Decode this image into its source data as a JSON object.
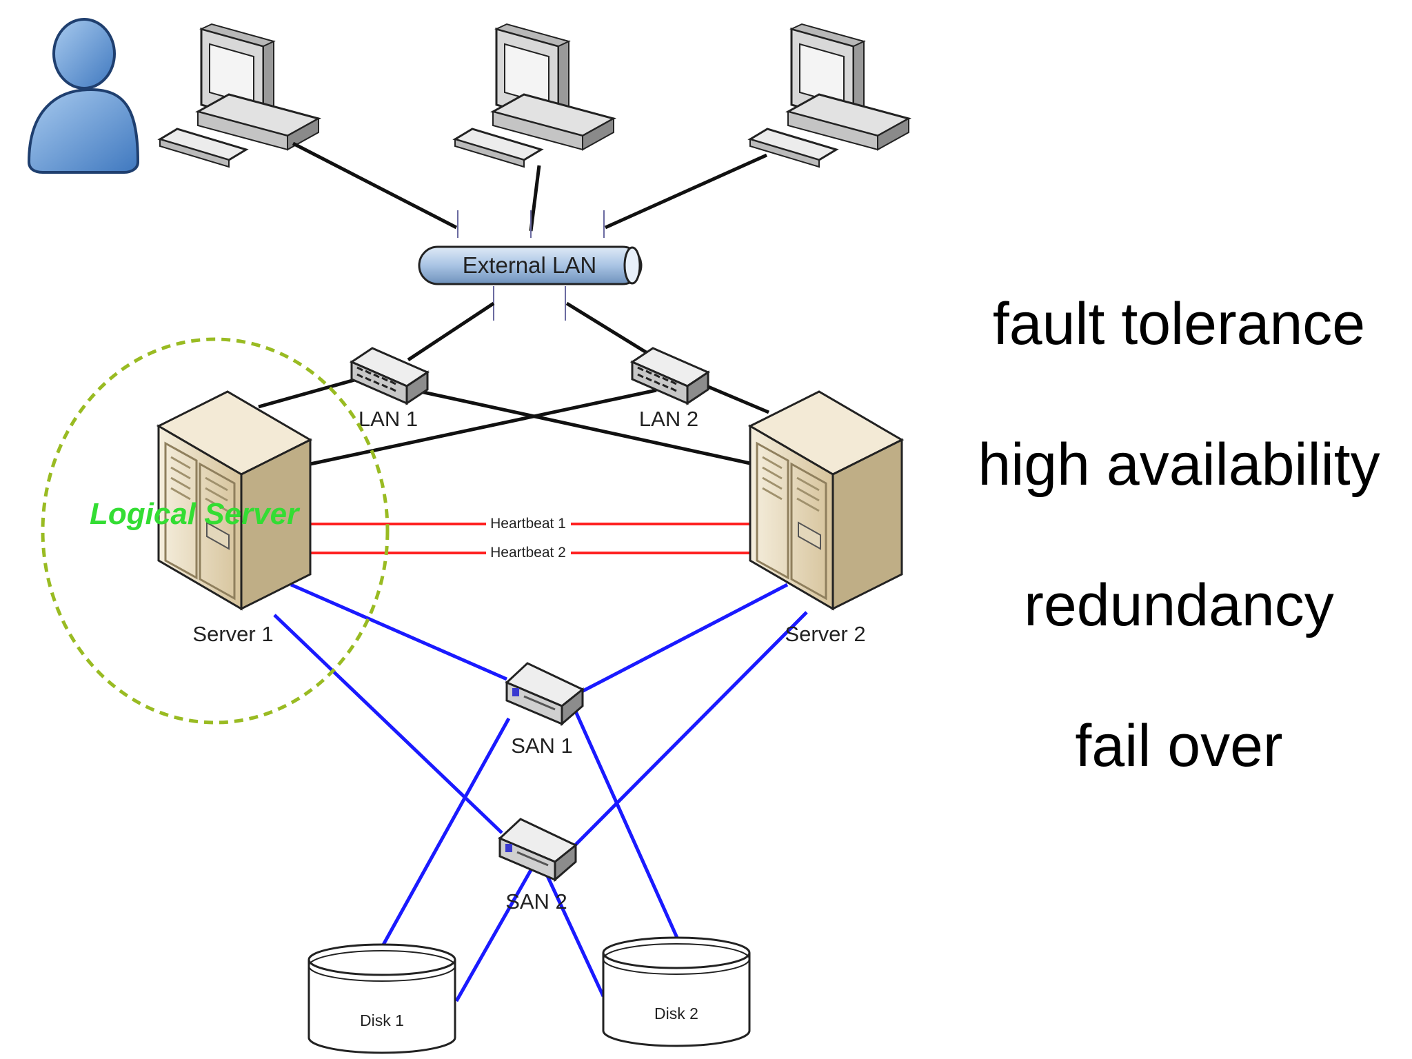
{
  "labels": {
    "external_lan": "External LAN",
    "lan1": "LAN 1",
    "lan2": "LAN 2",
    "server1": "Server 1",
    "server2": "Server 2",
    "heartbeat1": "Heartbeat 1",
    "heartbeat2": "Heartbeat 2",
    "logical_server": "Logical Server",
    "san1": "SAN 1",
    "san2": "SAN 2",
    "disk1": "Disk 1",
    "disk2": "Disk 2"
  },
  "terms": [
    "fault tolerance",
    "high availability",
    "redundancy",
    "fail over"
  ],
  "colors": {
    "lan_link": "#111111",
    "heartbeat": "#ff2020",
    "san_link": "#1a1aff",
    "logical_server": "#33dd33",
    "logical_boundary": "#99bb22",
    "lan_pipe": "#a9c4e4",
    "user_icon": "#6fa0d8",
    "server_body": "#e9dcc0"
  },
  "icons": [
    "user-icon",
    "workstation-icon",
    "switch-icon",
    "server-tower-icon",
    "san-switch-icon",
    "disk-cylinder-icon"
  ]
}
